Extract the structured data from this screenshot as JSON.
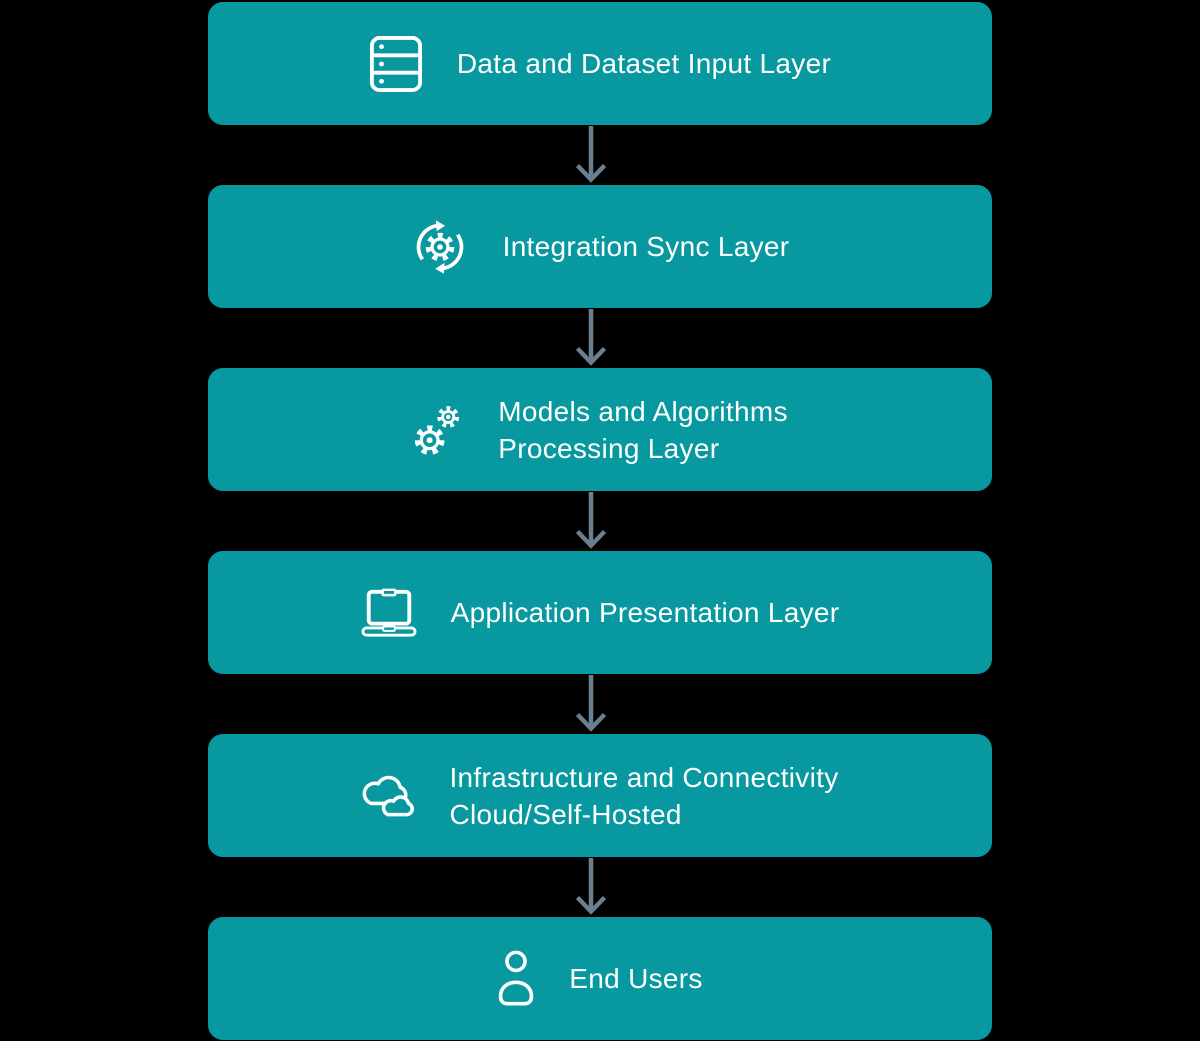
{
  "diagram": {
    "layers": [
      {
        "icon": "database-icon",
        "line1": "Data and Dataset Input Layer"
      },
      {
        "icon": "sync-icon",
        "line1": "Integration Sync Layer"
      },
      {
        "icon": "gears-icon",
        "line1": "Models and Algorithms",
        "line2": "Processing Layer"
      },
      {
        "icon": "laptop-icon",
        "line1": "Application Presentation Layer"
      },
      {
        "icon": "cloud-icon",
        "line1": "Infrastructure and Connectivity",
        "line2": "Cloud/Self-Hosted"
      },
      {
        "icon": "user-icon",
        "line1": "End Users"
      }
    ],
    "connector": "down-arrow",
    "colors": {
      "box": "#0899A0",
      "text": "#FFFFFF",
      "arrow": "#6A7F8F",
      "background": "#000000"
    }
  }
}
